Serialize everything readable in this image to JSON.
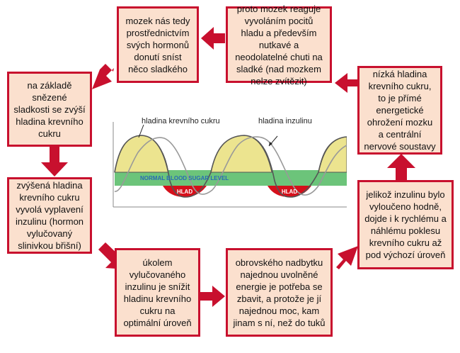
{
  "colors": {
    "box_fill": "#fbe0ce",
    "box_border": "#c8102e",
    "arrow": "#c8102e",
    "sugar_fill": "#ece48f",
    "normal_band": "#6cc47a",
    "hlad_fill": "#d5101b"
  },
  "boxes": {
    "b1": "mozek nás tedy prostřednictvím svých hormonů donutí sníst něco sladkého",
    "b2": "proto mozek reaguje vyvoláním pocitů hladu a především nutkavé a neodolatelné chuti na sladké (nad mozkem nelze zvítězit)",
    "b3": "na základě snězené sladkosti se zvýší hladina krevního cukru",
    "b4": "nízká hladina krevního cukru, to je přímé energetické ohrožení mozku a centrální nervové soustavy",
    "b5": "zvýšená hladina krevního cukru vyvolá vyplavení inzulinu (hormon vylučovaný slinivkou břišní)",
    "b6": "jelikož inzulinu bylo vyloučeno hodně, dojde i k rychlému a náhlému poklesu krevního cukru až pod výchozí úroveň",
    "b7": "úkolem vylučovaného inzulinu je snížit hladinu krevního cukru na optimální úroveň",
    "b8": "obrovského nadbytku najednou uvolněné energie je potřeba se zbavit, a protože je jí najednou moc, kam jinam s ní, než do tuků"
  },
  "chart": {
    "label_sugar": "hladina krevního cukru",
    "label_insulin": "hladina inzulinu",
    "band_label": "NORMAL BLOOD SUGAR LEVEL",
    "hlad_1": "HLAD",
    "hlad_2": "HLAD"
  }
}
